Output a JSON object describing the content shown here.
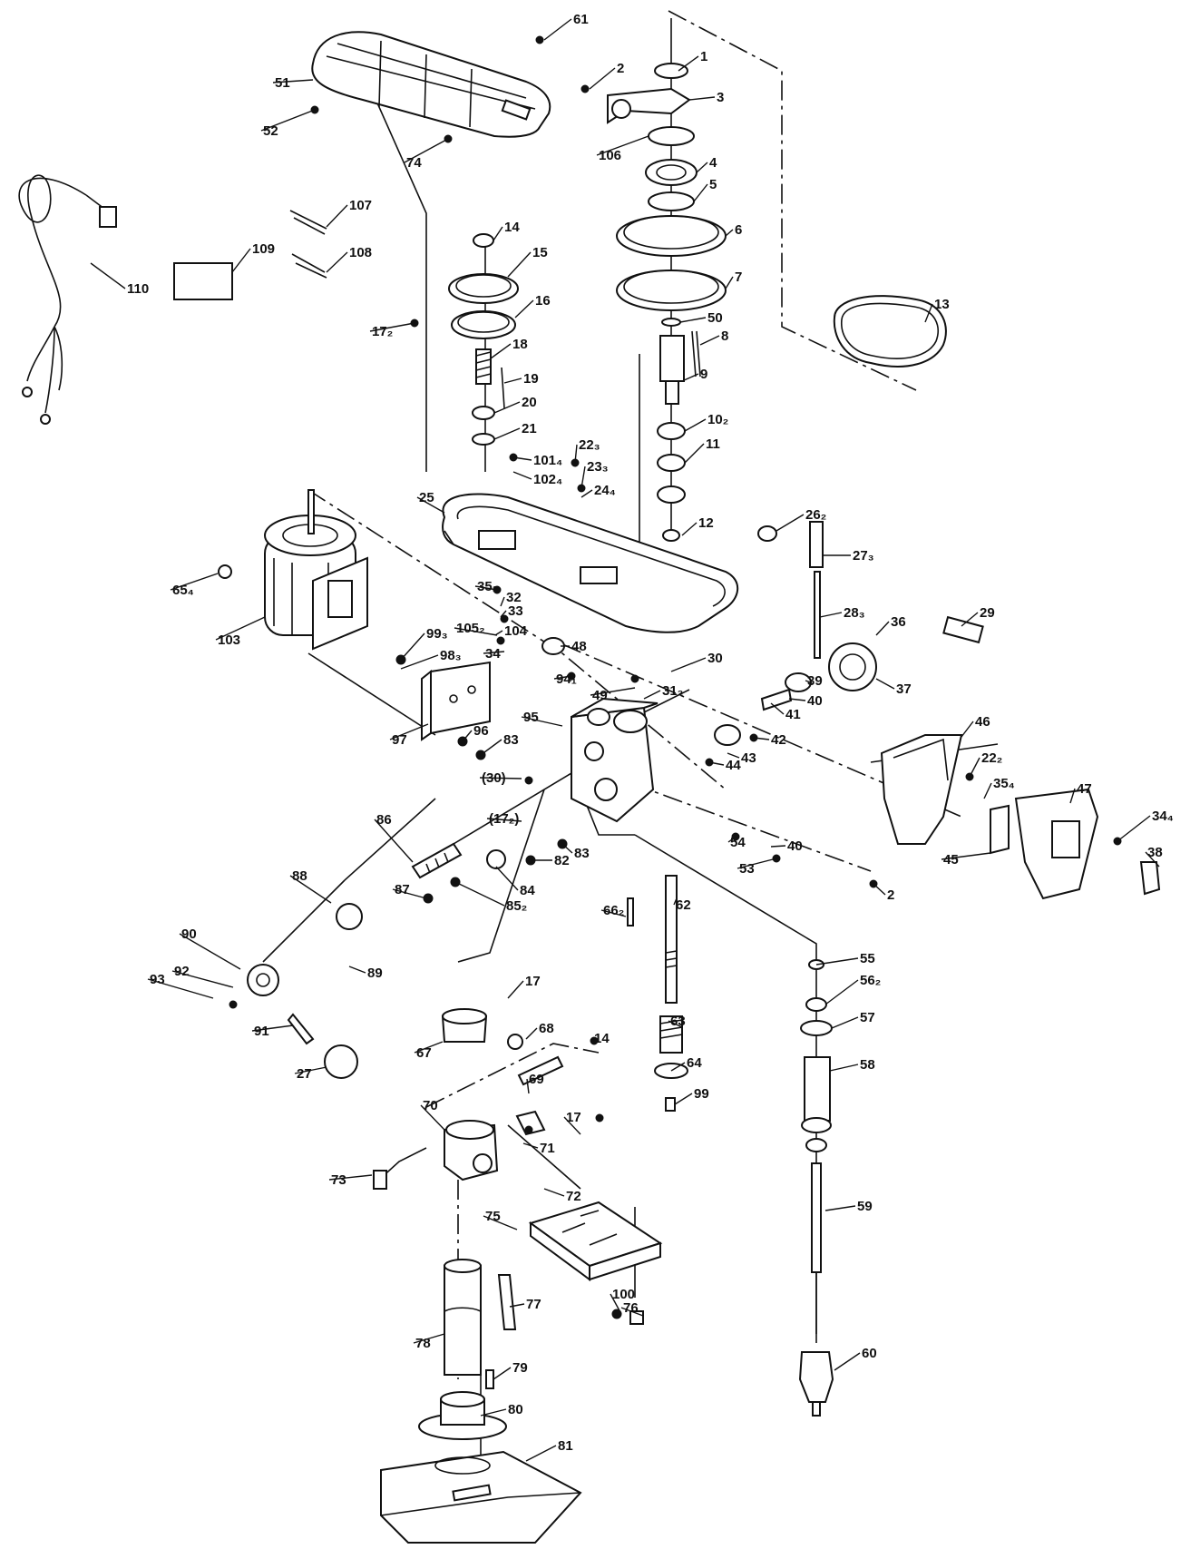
{
  "diagram": {
    "type": "exploded-parts-diagram",
    "labels": [
      "1",
      "2",
      "3",
      "106",
      "4",
      "5",
      "6",
      "7",
      "50",
      "8",
      "9",
      "10₂",
      "11",
      "12",
      "13",
      "61",
      "51",
      "52",
      "74",
      "110",
      "109",
      "107",
      "108",
      "14",
      "15",
      "16",
      "17₂",
      "18",
      "19",
      "20",
      "21",
      "22₃",
      "23₃",
      "24₄",
      "101₄",
      "102₄",
      "25",
      "26₂",
      "27₃",
      "28₃",
      "29",
      "36",
      "37",
      "39",
      "40",
      "41",
      "42",
      "43",
      "44",
      "103",
      "65₄",
      "35₂",
      "32",
      "33",
      "105₂",
      "104",
      "34",
      "48",
      "99₃",
      "98₃",
      "97",
      "96",
      "83",
      "94₁",
      "49",
      "30",
      "31₂",
      "95",
      "(30)",
      "(17₂)",
      "46",
      "22₂",
      "35₄",
      "47",
      "34₄",
      "38",
      "45",
      "54",
      "53",
      "40",
      "2",
      "86",
      "88",
      "87",
      "89",
      "90",
      "92",
      "93",
      "91",
      "27",
      "84",
      "85₂",
      "82",
      "83",
      "66₂",
      "62",
      "55",
      "56₂",
      "57",
      "58",
      "17",
      "67",
      "68",
      "14",
      "69",
      "63",
      "64",
      "99",
      "70",
      "71",
      "17",
      "73",
      "72",
      "75",
      "100",
      "76",
      "59",
      "77",
      "78",
      "79",
      "80",
      "60",
      "81"
    ]
  }
}
